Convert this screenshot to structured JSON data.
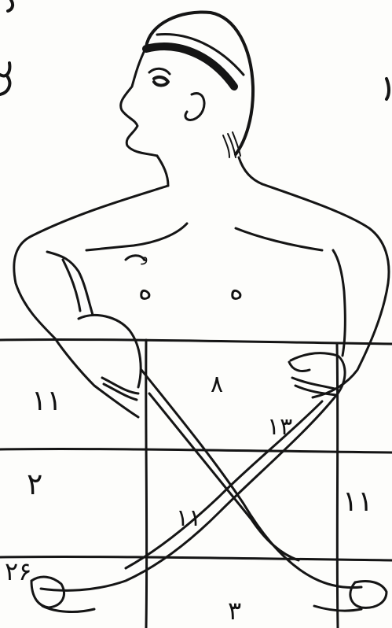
{
  "image": {
    "ink_color": "#151515",
    "background_color": "#fdfdfb"
  },
  "grid": {
    "rows": 3,
    "columns": 3
  },
  "figure": {
    "breast_marks": [
      "ه",
      "ه"
    ],
    "breast_mark_small": "ﻭ"
  },
  "numerals": {
    "left_top": "۱۱",
    "center_top": "۸",
    "center_right_top": "۱۳",
    "left_middle": "۲",
    "center_middle": "۱۱",
    "right_middle": "۱۱",
    "left_bottom": "۲۶",
    "center_bottom": "۳"
  }
}
